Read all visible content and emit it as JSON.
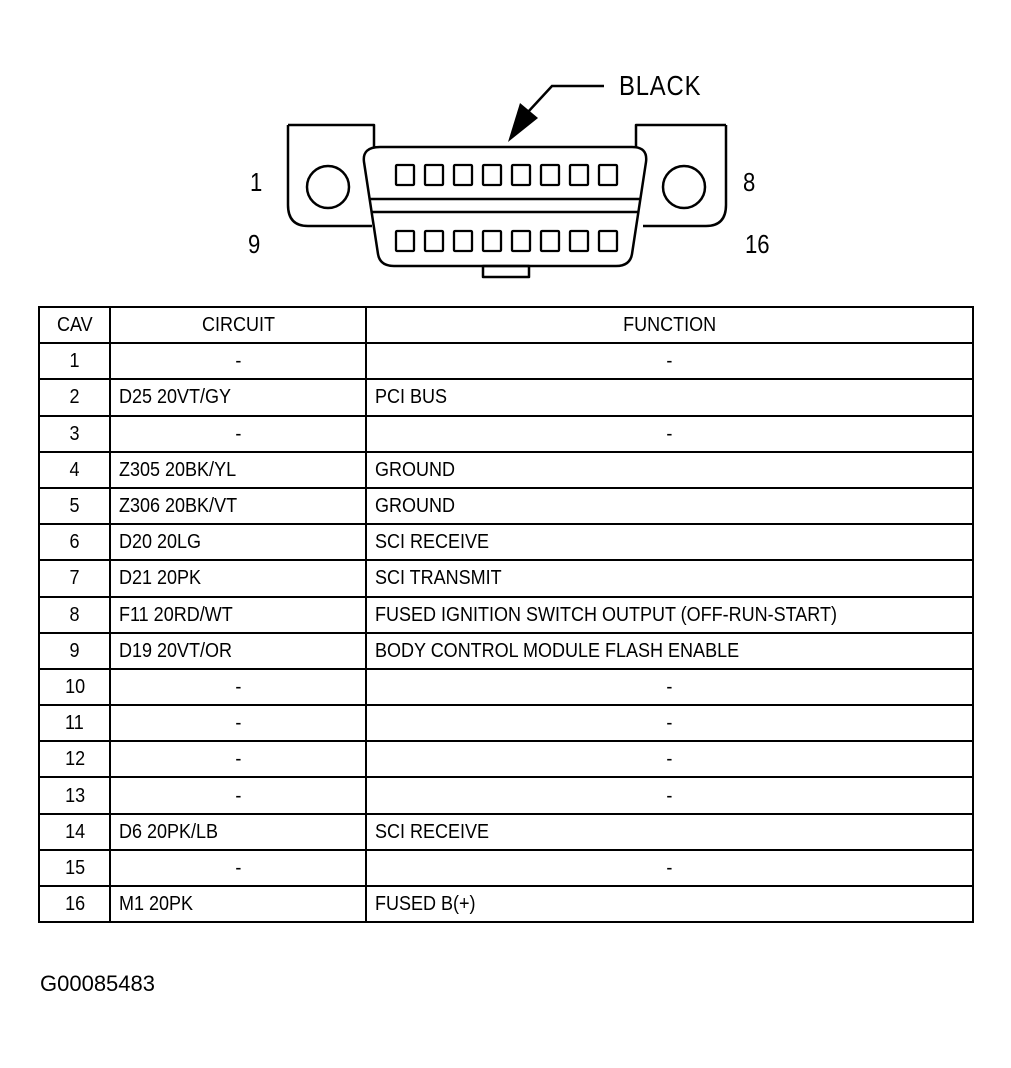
{
  "connector": {
    "color_label": "BLACK",
    "pin_numbers": {
      "top_left": "1",
      "top_right": "8",
      "bottom_left": "9",
      "bottom_right": "16"
    }
  },
  "table": {
    "headers": {
      "cav": "CAV",
      "circuit": "CIRCUIT",
      "function": "FUNCTION"
    },
    "rows": [
      {
        "cav": "1",
        "circuit": "-",
        "function": "-"
      },
      {
        "cav": "2",
        "circuit": "D25 20VT/GY",
        "function": "PCI BUS"
      },
      {
        "cav": "3",
        "circuit": "-",
        "function": "-"
      },
      {
        "cav": "4",
        "circuit": "Z305 20BK/YL",
        "function": "GROUND"
      },
      {
        "cav": "5",
        "circuit": "Z306 20BK/VT",
        "function": "GROUND"
      },
      {
        "cav": "6",
        "circuit": "D20 20LG",
        "function": "SCI RECEIVE"
      },
      {
        "cav": "7",
        "circuit": "D21 20PK",
        "function": "SCI TRANSMIT"
      },
      {
        "cav": "8",
        "circuit": "F11 20RD/WT",
        "function": "FUSED IGNITION SWITCH OUTPUT (OFF-RUN-START)"
      },
      {
        "cav": "9",
        "circuit": "D19 20VT/OR",
        "function": "BODY CONTROL MODULE FLASH ENABLE"
      },
      {
        "cav": "10",
        "circuit": "-",
        "function": "-"
      },
      {
        "cav": "11",
        "circuit": "-",
        "function": "-"
      },
      {
        "cav": "12",
        "circuit": "-",
        "function": "-"
      },
      {
        "cav": "13",
        "circuit": "-",
        "function": "-"
      },
      {
        "cav": "14",
        "circuit": "D6 20PK/LB",
        "function": "SCI RECEIVE"
      },
      {
        "cav": "15",
        "circuit": "-",
        "function": "-"
      },
      {
        "cav": "16",
        "circuit": "M1 20PK",
        "function": "FUSED B(+)"
      }
    ]
  },
  "figure_id": "G00085483"
}
